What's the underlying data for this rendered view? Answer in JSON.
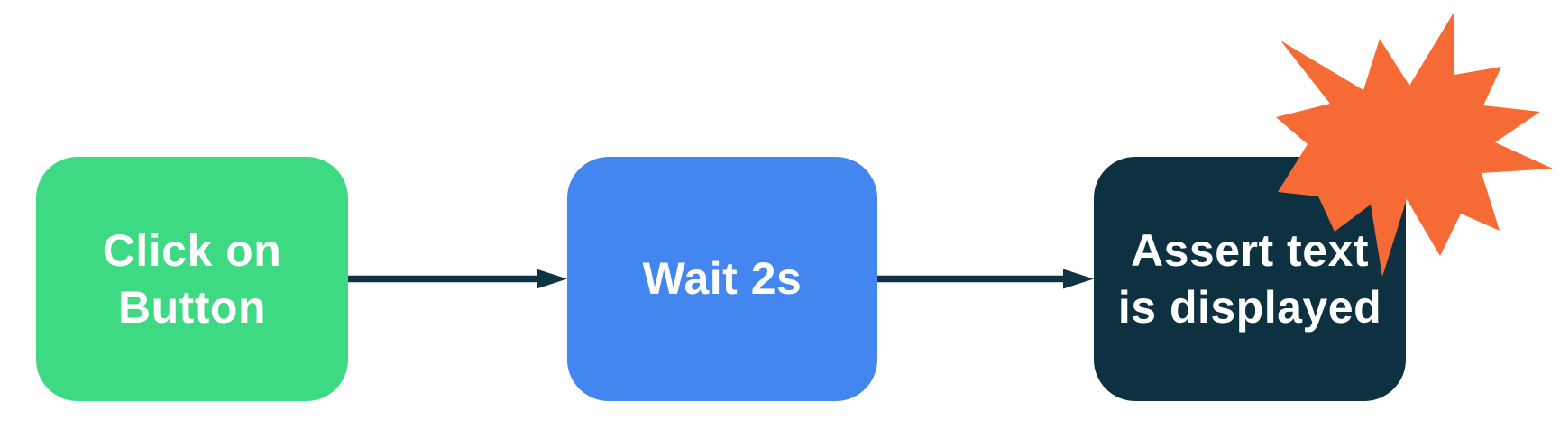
{
  "diagram": {
    "type": "flowchart",
    "title": "automated test steps flow",
    "background_color": "#ffffff",
    "nodes": [
      {
        "id": "step-1",
        "label": "Click on Button",
        "lines": [
          "Click on",
          "Button"
        ],
        "color": "#3DD983",
        "text_color": "#ffffff"
      },
      {
        "id": "step-2",
        "label": "Wait 2s",
        "lines": [
          "Wait 2s"
        ],
        "color": "#4486F0",
        "text_color": "#ffffff"
      },
      {
        "id": "step-3",
        "label": "Assert text is displayed",
        "lines": [
          "Assert text",
          "is displayed"
        ],
        "color": "#0D3140",
        "text_color": "#ffffff"
      }
    ],
    "connectors": [
      {
        "from": "step-1",
        "to": "step-2",
        "style": "arrow",
        "color": "#0E3342"
      },
      {
        "from": "step-2",
        "to": "step-3",
        "style": "arrow",
        "color": "#0E3342"
      }
    ],
    "decorations": [
      {
        "id": "starburst",
        "icon": "starburst-icon",
        "color": "#F66A35",
        "position": "top-right corner of step-3"
      }
    ]
  }
}
